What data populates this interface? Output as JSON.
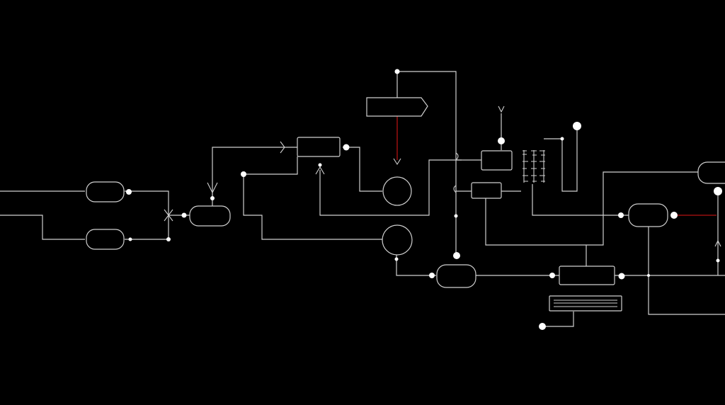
{
  "nodes": [
    {
      "id": "n1",
      "line1": "",
      "line2": ""
    },
    {
      "id": "n2",
      "line1": "",
      "line2": ""
    },
    {
      "id": "n3",
      "line1": "",
      "line2": ""
    },
    {
      "id": "n4",
      "line1": "",
      "line2": ""
    },
    {
      "id": "n5",
      "line1": "",
      "line2": ""
    },
    {
      "id": "n6",
      "line1": "",
      "line2": ""
    },
    {
      "id": "n7",
      "line1": "",
      "line2": ""
    },
    {
      "id": "n8",
      "line1": "",
      "line2": ""
    },
    {
      "id": "n9",
      "line1": "",
      "line2": ""
    },
    {
      "id": "n10",
      "line1": "",
      "line2": ""
    },
    {
      "id": "n11",
      "line1": "",
      "line2": ""
    },
    {
      "id": "n12",
      "line1": "",
      "line2": ""
    },
    {
      "id": "n13",
      "line1": "",
      "line2": ""
    }
  ],
  "colors": {
    "background": "#000000",
    "wire": "#cfcfcf",
    "highlight_wire": "#b31212",
    "junction": "#ffffff"
  }
}
